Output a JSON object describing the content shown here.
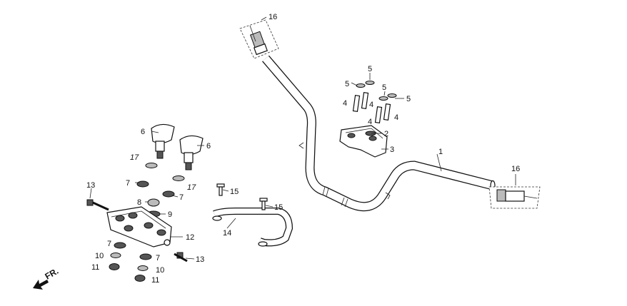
{
  "direction_label": "FR.",
  "callouts": [
    {
      "id": "c1",
      "text": "1"
    },
    {
      "id": "c2",
      "text": "2"
    },
    {
      "id": "c3",
      "text": "3"
    },
    {
      "id": "c4a",
      "text": "4"
    },
    {
      "id": "c4b",
      "text": "4"
    },
    {
      "id": "c4c",
      "text": "4"
    },
    {
      "id": "c4d",
      "text": "4"
    },
    {
      "id": "c5a",
      "text": "5"
    },
    {
      "id": "c5b",
      "text": "5"
    },
    {
      "id": "c5c",
      "text": "5"
    },
    {
      "id": "c5d",
      "text": "5"
    },
    {
      "id": "c6a",
      "text": "6"
    },
    {
      "id": "c6b",
      "text": "6"
    },
    {
      "id": "c7a",
      "text": "7"
    },
    {
      "id": "c7b",
      "text": "7"
    },
    {
      "id": "c7c",
      "text": "7"
    },
    {
      "id": "c7d",
      "text": "7"
    },
    {
      "id": "c8",
      "text": "8"
    },
    {
      "id": "c9",
      "text": "9"
    },
    {
      "id": "c10a",
      "text": "10"
    },
    {
      "id": "c10b",
      "text": "10"
    },
    {
      "id": "c11a",
      "text": "11"
    },
    {
      "id": "c11b",
      "text": "11"
    },
    {
      "id": "c12",
      "text": "12"
    },
    {
      "id": "c13a",
      "text": "13"
    },
    {
      "id": "c13b",
      "text": "13"
    },
    {
      "id": "c14",
      "text": "14"
    },
    {
      "id": "c15a",
      "text": "15"
    },
    {
      "id": "c15b",
      "text": "15"
    },
    {
      "id": "c16a",
      "text": "16"
    },
    {
      "id": "c16b",
      "text": "16"
    },
    {
      "id": "c17a",
      "text": "17"
    },
    {
      "id": "c17b",
      "text": "17"
    }
  ]
}
